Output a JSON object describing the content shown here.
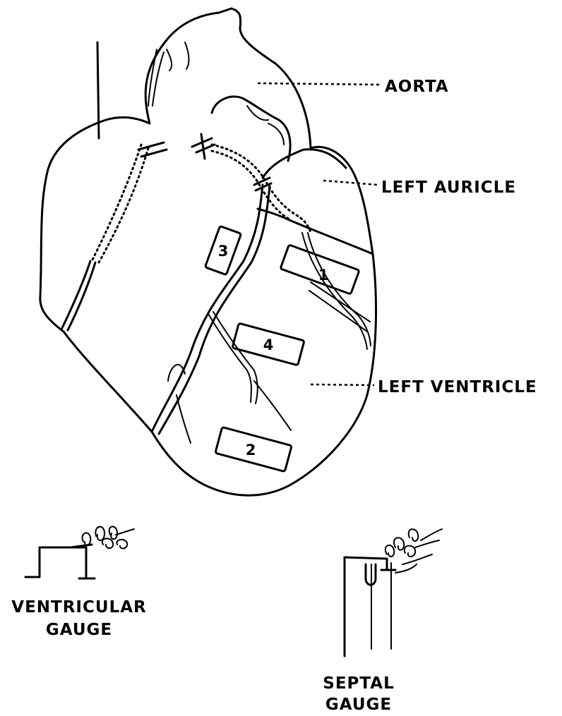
{
  "labels": {
    "aorta": "AORTA",
    "left_auricle": "LEFT AURICLE",
    "left_ventricle": "LEFT VENTRICLE",
    "ventricular_gauge_line1": "VENTRICULAR",
    "ventricular_gauge_line2": "GAUGE",
    "septal_gauge_line1": "SEPTAL",
    "septal_gauge_line2": "GAUGE"
  },
  "gauges": {
    "g1": "1",
    "g2": "2",
    "g3": "3",
    "g4": "4"
  },
  "colors": {
    "ink": "#000000",
    "background": "#ffffff"
  }
}
